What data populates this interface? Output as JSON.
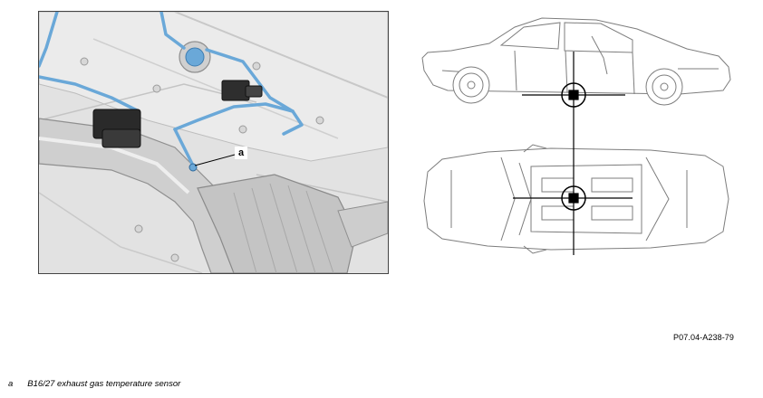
{
  "photo": {
    "callout": "a"
  },
  "document_id": "P07.04-A238-79",
  "legend": [
    {
      "key": "a",
      "text": "B16/27 exhaust gas temperature sensor"
    }
  ],
  "colors": {
    "wiring": "#6aa8d8",
    "connector": "#2a2a2a",
    "marker": "#000000"
  },
  "icons": [
    "side-view-car-icon",
    "top-view-car-icon",
    "position-marker-icon"
  ]
}
